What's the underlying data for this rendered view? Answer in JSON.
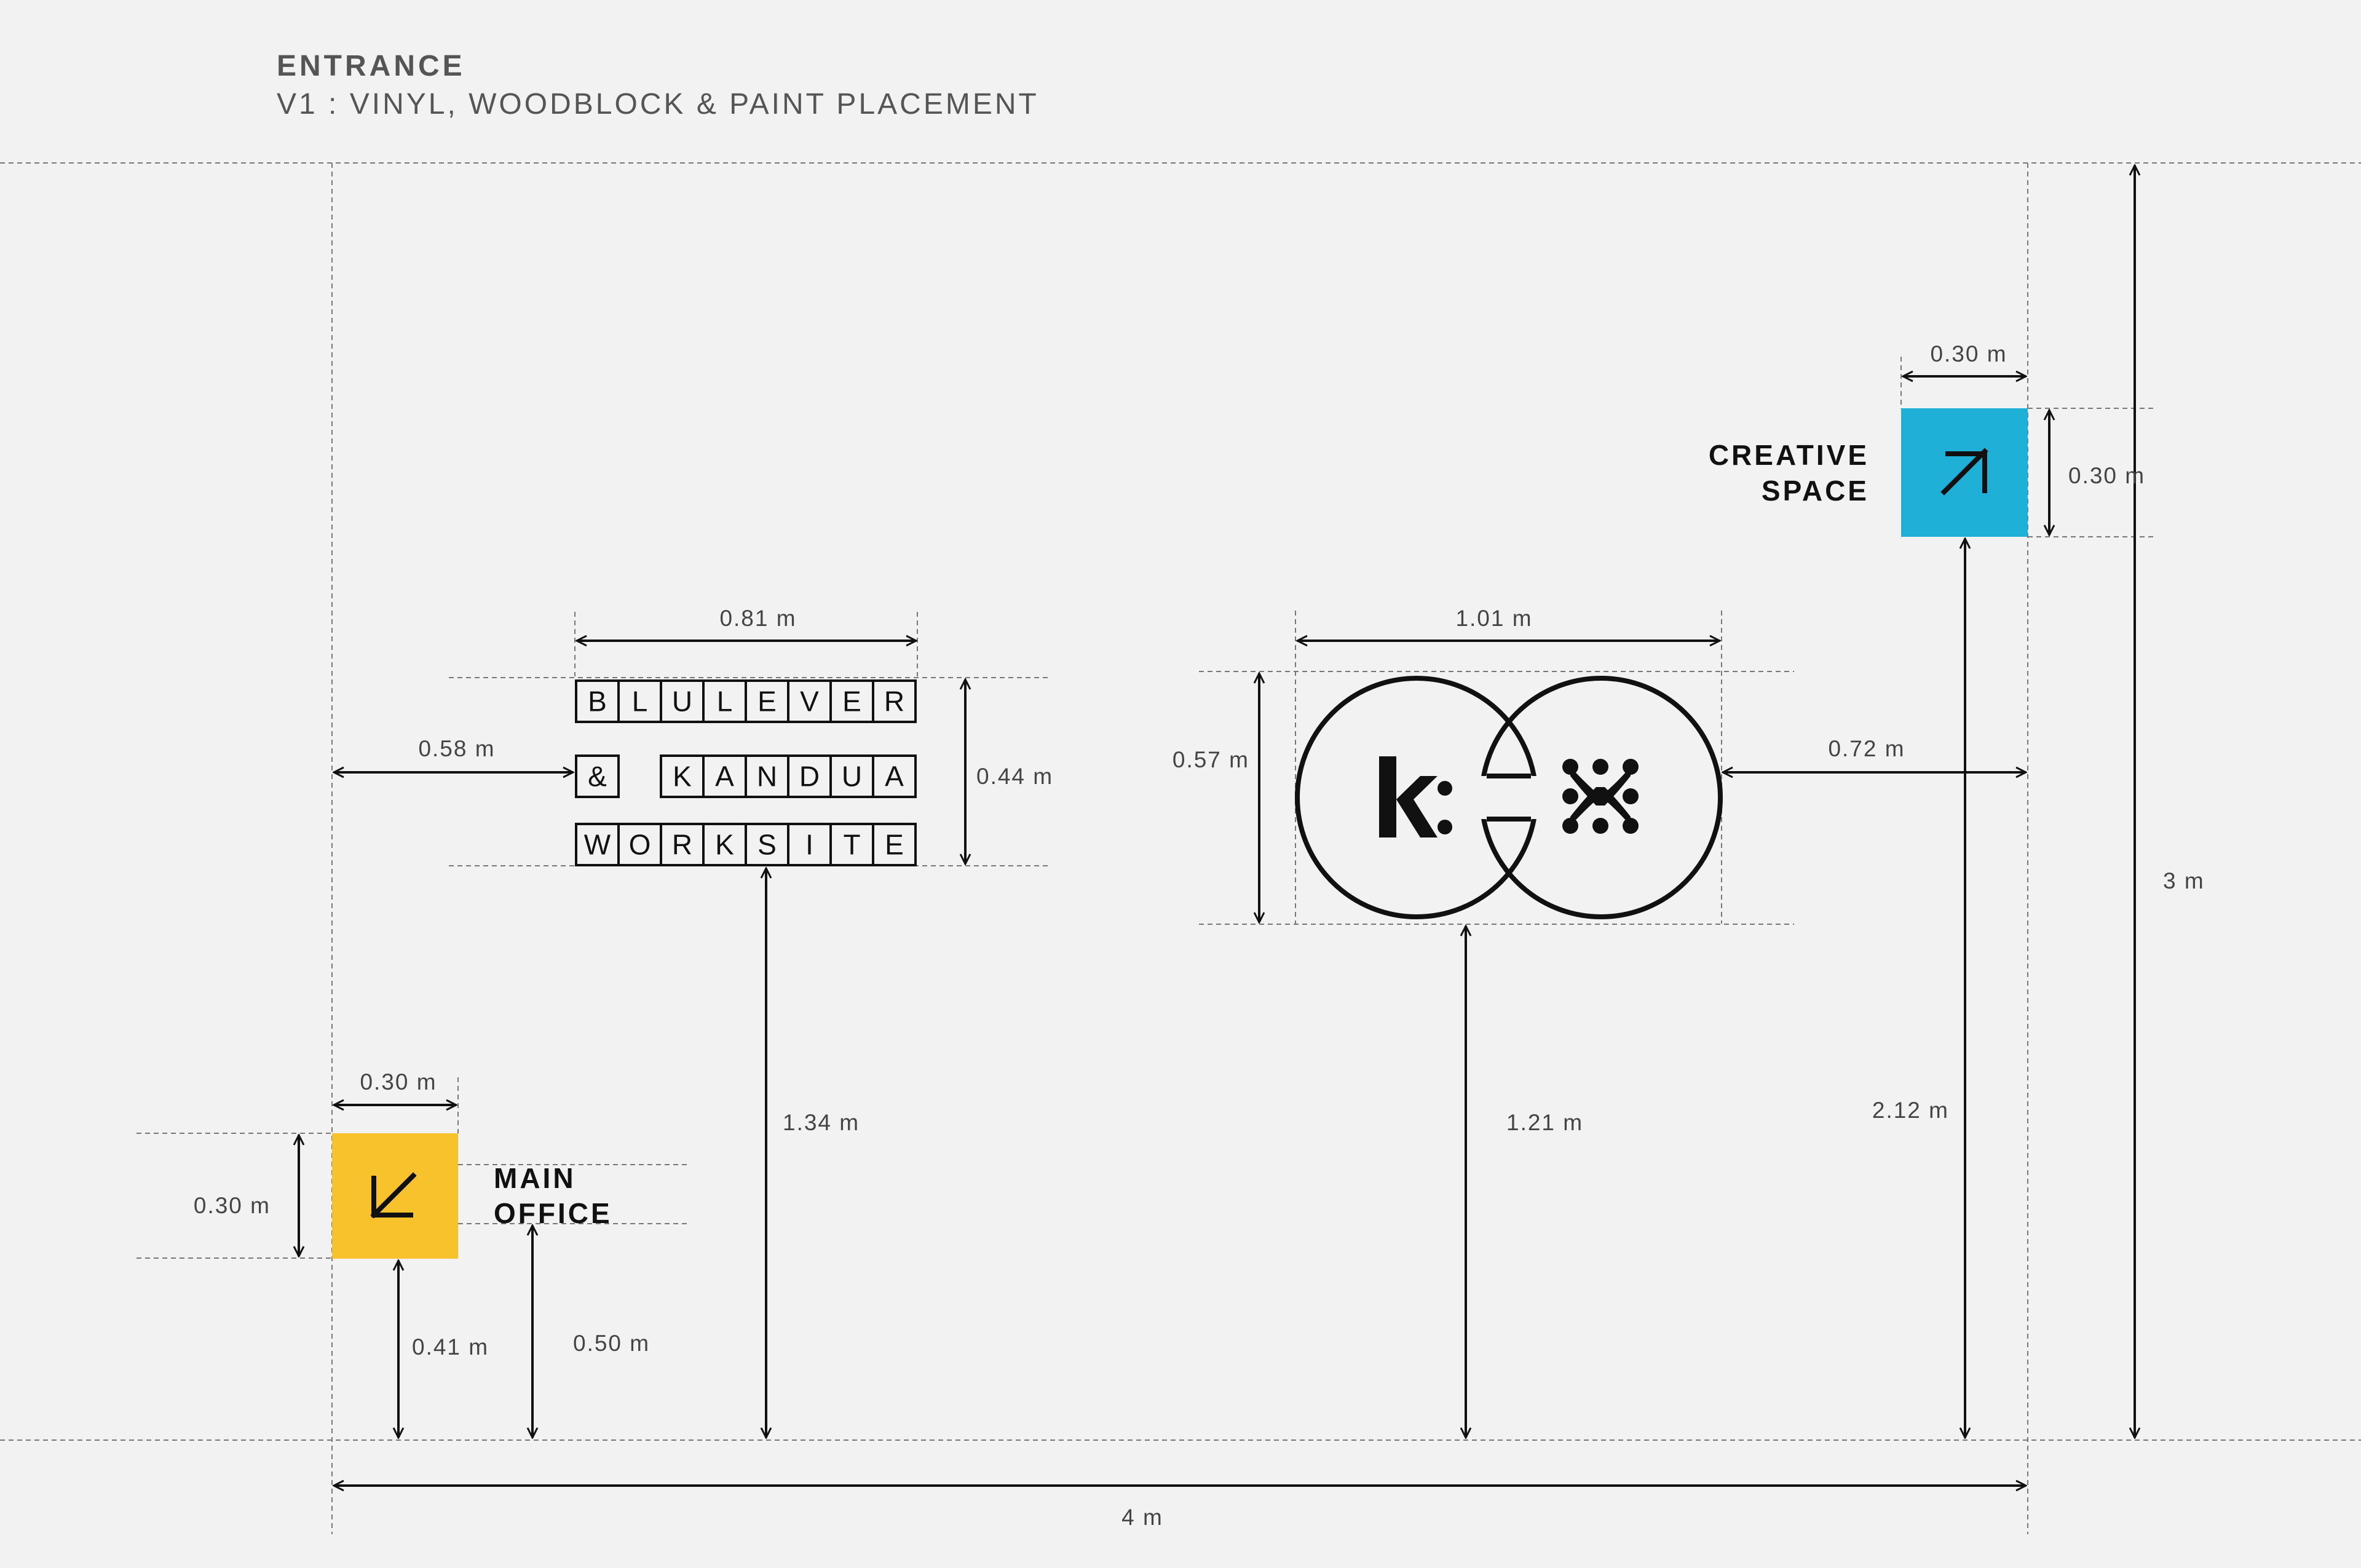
{
  "header": {
    "title": "ENTRANCE",
    "subtitle": "V1 : VINYL, WOODBLOCK & PAINT PLACEMENT"
  },
  "signs": {
    "main_office": {
      "line1": "MAIN",
      "line2": "OFFICE",
      "color": "#f8c22d",
      "icon": "arrow-down-left-icon"
    },
    "creative_space": {
      "line1": "CREATIVE",
      "line2": "SPACE",
      "color": "#1fb0d8",
      "icon": "arrow-up-right-icon"
    },
    "woodblock": {
      "rows": [
        [
          "B",
          "L",
          "U",
          "L",
          "E",
          "V",
          "E",
          "R"
        ],
        [
          "&",
          "",
          "K",
          "A",
          "N",
          "D",
          "U",
          "A"
        ],
        [
          "W",
          "O",
          "R",
          "K",
          "S",
          "I",
          "T",
          "E"
        ]
      ]
    },
    "logo": {
      "name": "k-and-cluster-logo"
    }
  },
  "dimensions": {
    "creative_width": "0.30 m",
    "creative_height": "0.30 m",
    "woodblock_width": "0.81 m",
    "woodblock_height": "0.44 m",
    "woodblock_offset_left": "0.58 m",
    "woodblock_from_floor": "1.34 m",
    "logo_width": "1.01 m",
    "logo_height": "0.57 m",
    "logo_offset_right": "0.72 m",
    "logo_from_floor": "1.21 m",
    "creative_from_floor": "2.12 m",
    "wall_height": "3 m",
    "main_width": "0.30 m",
    "main_height": "0.30 m",
    "main_from_floor": "0.41 m",
    "main_text_from_floor": "0.50 m",
    "wall_width": "4 m"
  }
}
